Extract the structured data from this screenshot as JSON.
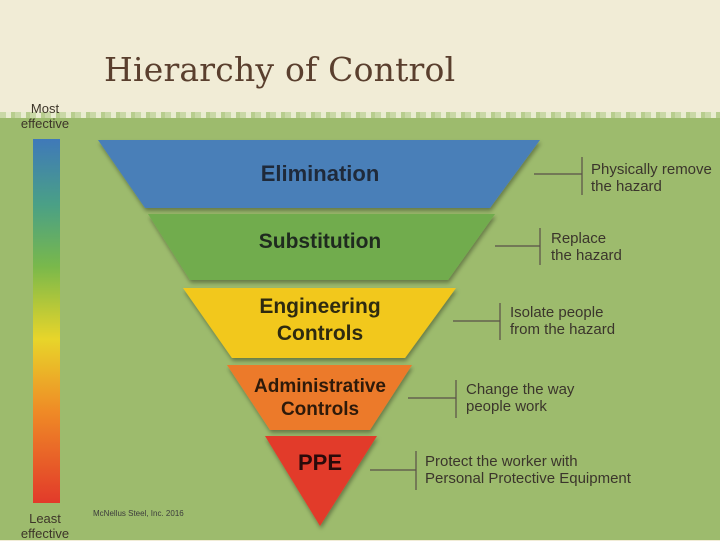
{
  "title": "Hierarchy of Control",
  "scale": {
    "top_label": "Most effective",
    "bottom_label": "Least effective"
  },
  "levels": [
    {
      "name": "Elimination",
      "desc_line1": "Physically remove",
      "desc_line2": "the hazard",
      "color": "#4a7fb8"
    },
    {
      "name": "Substitution",
      "desc_line1": "Replace",
      "desc_line2": "the hazard",
      "color": "#71ac4d"
    },
    {
      "name_line1": "Engineering",
      "name_line2": "Controls",
      "desc_line1": "Isolate people",
      "desc_line2": "from the hazard",
      "color": "#f2c81c"
    },
    {
      "name_line1": "Administrative",
      "name_line2": "Controls",
      "desc_line1": "Change the way",
      "desc_line2": "people work",
      "color": "#ec7a2b"
    },
    {
      "name": "PPE",
      "desc_line1": "Protect the worker with",
      "desc_line2": "Personal Protective Equipment",
      "color": "#e23a2a"
    }
  ],
  "credit": "McNellus Steel, Inc. 2016"
}
